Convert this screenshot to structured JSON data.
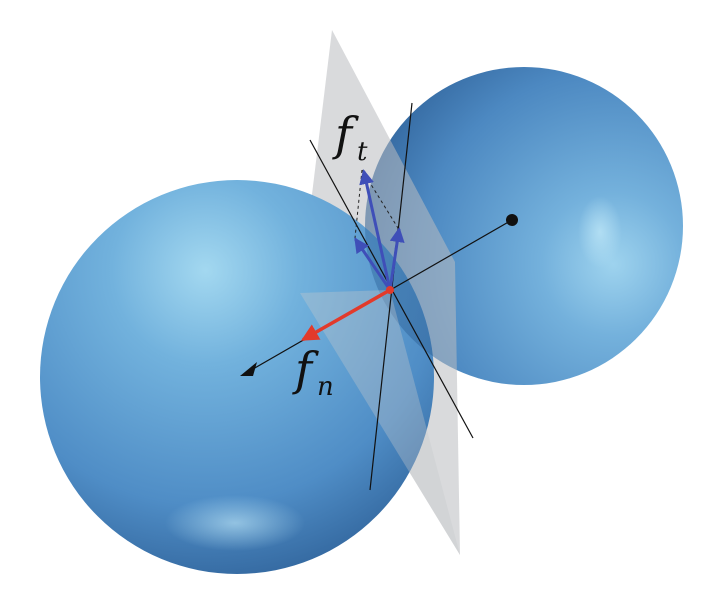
{
  "labels": {
    "tangential_force_symbol": "f",
    "tangential_force_subscript": "t",
    "normal_force_symbol": "f",
    "normal_force_subscript": "n"
  },
  "colors": {
    "sphere_light": "#9ed3ee",
    "sphere_mid": "#5f9ed0",
    "sphere_dark": "#2d6199",
    "contact_plane": "#b9bcc0",
    "tangential_arrows": "#3f4fb8",
    "normal_arrow": "#e23a2b",
    "center_line": "#111111"
  },
  "icons": {
    "normal_direction": "arrowhead-icon",
    "sphere_center": "center-dot-icon"
  }
}
